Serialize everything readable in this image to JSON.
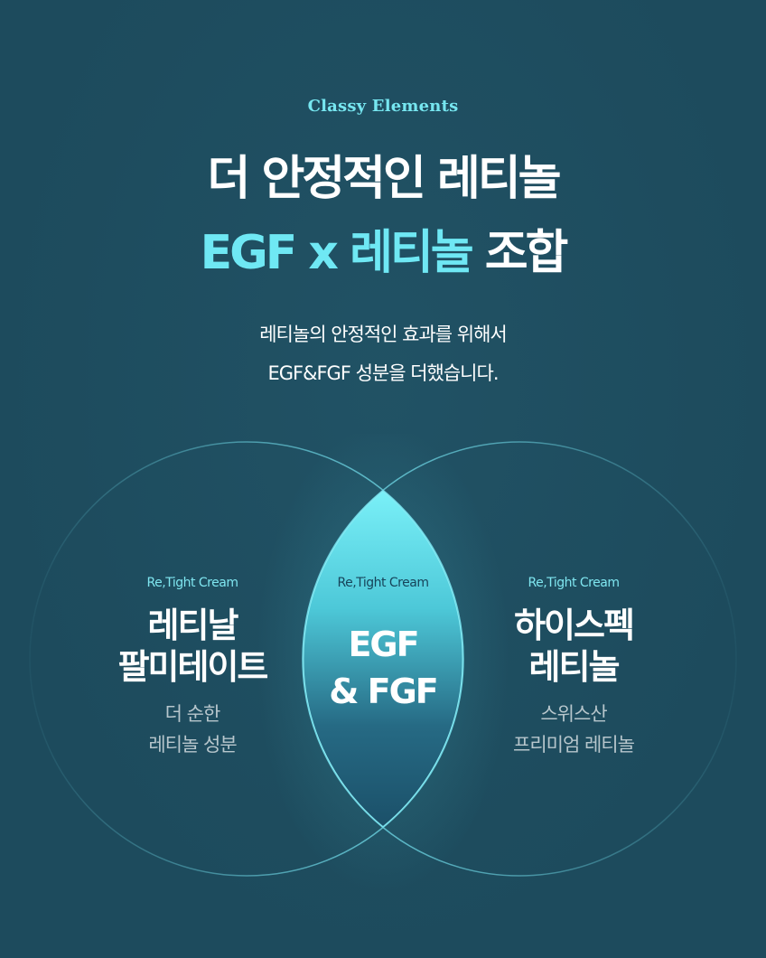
{
  "header": {
    "eyebrow": "Classy Elements",
    "headline_line1": "더 안정적인 레티놀",
    "headline_line2_accent": "EGF x 레티놀",
    "headline_line2_rest": " 조합",
    "description_line1": "레티놀의 안정적인 효과를 위해서",
    "description_line2": "EGF&FGF 성분을 더했습니다."
  },
  "venn": {
    "left": {
      "tag": "Re,Tight Cream",
      "name_line1": "레티날",
      "name_line2": "팔미테이트",
      "note_line1": "더 순한",
      "note_line2": "레티놀 성분"
    },
    "center": {
      "tag": "Re,Tight Cream",
      "name_line1": "EGF",
      "name_line2": "& FGF"
    },
    "right": {
      "tag": "Re,Tight Cream",
      "name_line1": "하이스펙",
      "name_line2": "레티놀",
      "note_line1": "스위스산",
      "note_line2": "프리미엄 레티놀"
    }
  },
  "colors": {
    "background": "#1d4b5d",
    "accent": "#6fe8f4",
    "circle_stroke": "#6fd8e6",
    "lens_top": "#7af0f8",
    "lens_bottom": "#1b5069"
  }
}
